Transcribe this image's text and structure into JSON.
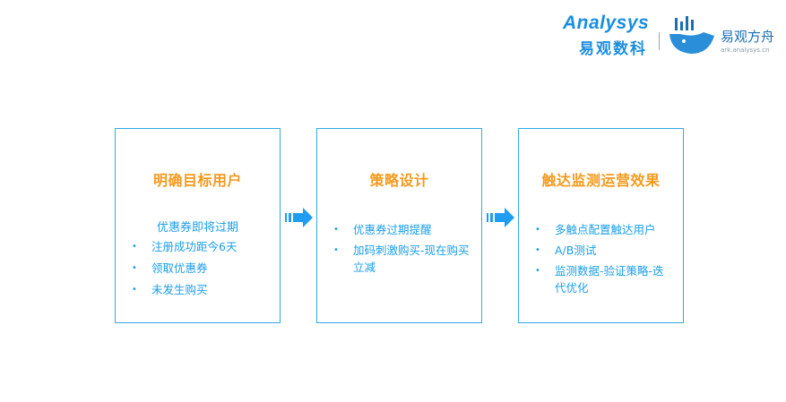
{
  "logo": {
    "brand_word": "Analysys",
    "brand_cn": "易观数科",
    "product_name": "易观方舟",
    "product_url": "ark.analysys.cn"
  },
  "steps": [
    {
      "title": "明确目标用户",
      "subheading": "优惠券即将过期",
      "bullets": [
        "注册成功距今6天",
        "领取优惠券",
        "未发生购买"
      ]
    },
    {
      "title": "策略设计",
      "bullets": [
        "优惠券过期提醒",
        "加码刺激购买-现在购买立减"
      ]
    },
    {
      "title": "触达监测运营效果",
      "bullets": [
        "多触点配置触达用户",
        "A/B测试",
        "监测数据-验证策略-迭代优化"
      ]
    }
  ],
  "colors": {
    "accent_blue": "#1a9ee8",
    "border_blue": "#33a9e5",
    "title_orange": "#f39a1e",
    "arrow_blue": "#1f9df0"
  },
  "icons": {
    "arrow": "right-arrow-icon",
    "ark_logo": "whale-logo-icon"
  }
}
